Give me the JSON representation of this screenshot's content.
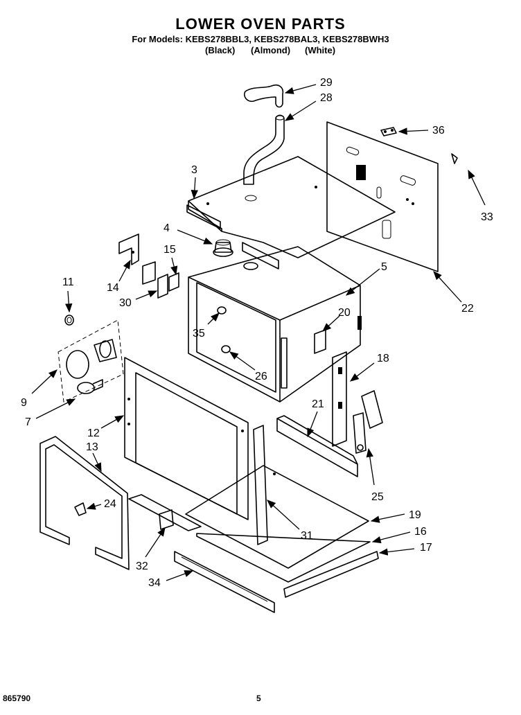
{
  "header": {
    "title": "LOWER OVEN PARTS",
    "models_line": "For Models: KEBS278BBL3, KEBS278BAL3, KEBS278BWH3",
    "colors": [
      "(Black)",
      "(Almond)",
      "(White)"
    ]
  },
  "footer": {
    "doc_number": "865790",
    "page_number": "5"
  },
  "callouts": [
    "29",
    "28",
    "36",
    "3",
    "33",
    "4",
    "15",
    "5",
    "14",
    "11",
    "30",
    "20",
    "22",
    "35",
    "18",
    "26",
    "9",
    "12",
    "21",
    "7",
    "13",
    "24",
    "25",
    "19",
    "31",
    "16",
    "17",
    "32",
    "34"
  ]
}
